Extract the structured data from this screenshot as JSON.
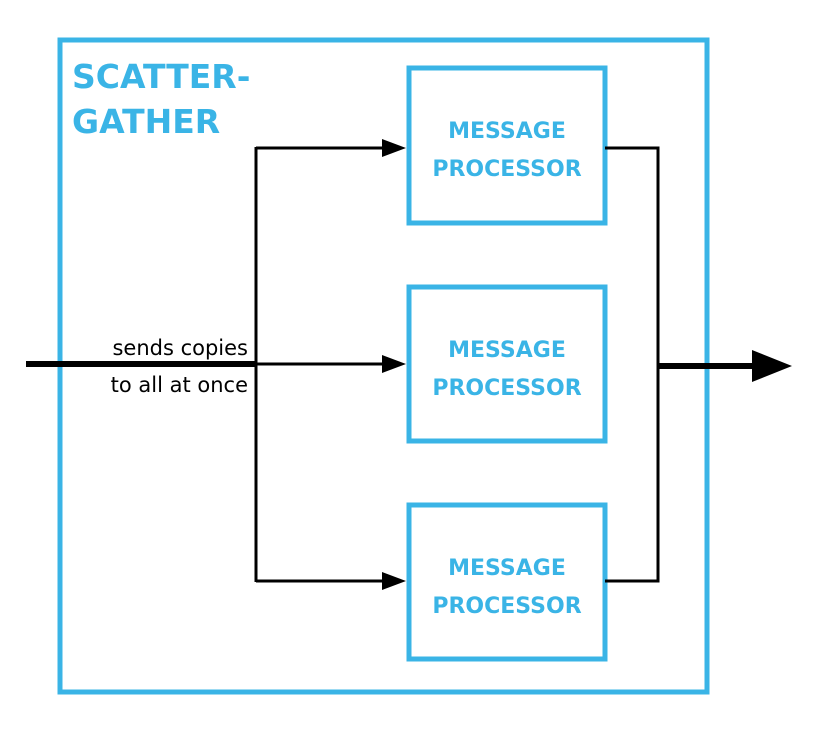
{
  "diagram": {
    "title_line1": "SCATTER-",
    "title_line2": "GATHER",
    "input_note_line1": "sends copies",
    "input_note_line2": "to all at once",
    "processors": [
      {
        "line1": "MESSAGE",
        "line2": "PROCESSOR"
      },
      {
        "line1": "MESSAGE",
        "line2": "PROCESSOR"
      },
      {
        "line1": "MESSAGE",
        "line2": "PROCESSOR"
      }
    ],
    "colors": {
      "accent": "#3ab4e6",
      "line": "#000000",
      "background": "#ffffff"
    }
  }
}
